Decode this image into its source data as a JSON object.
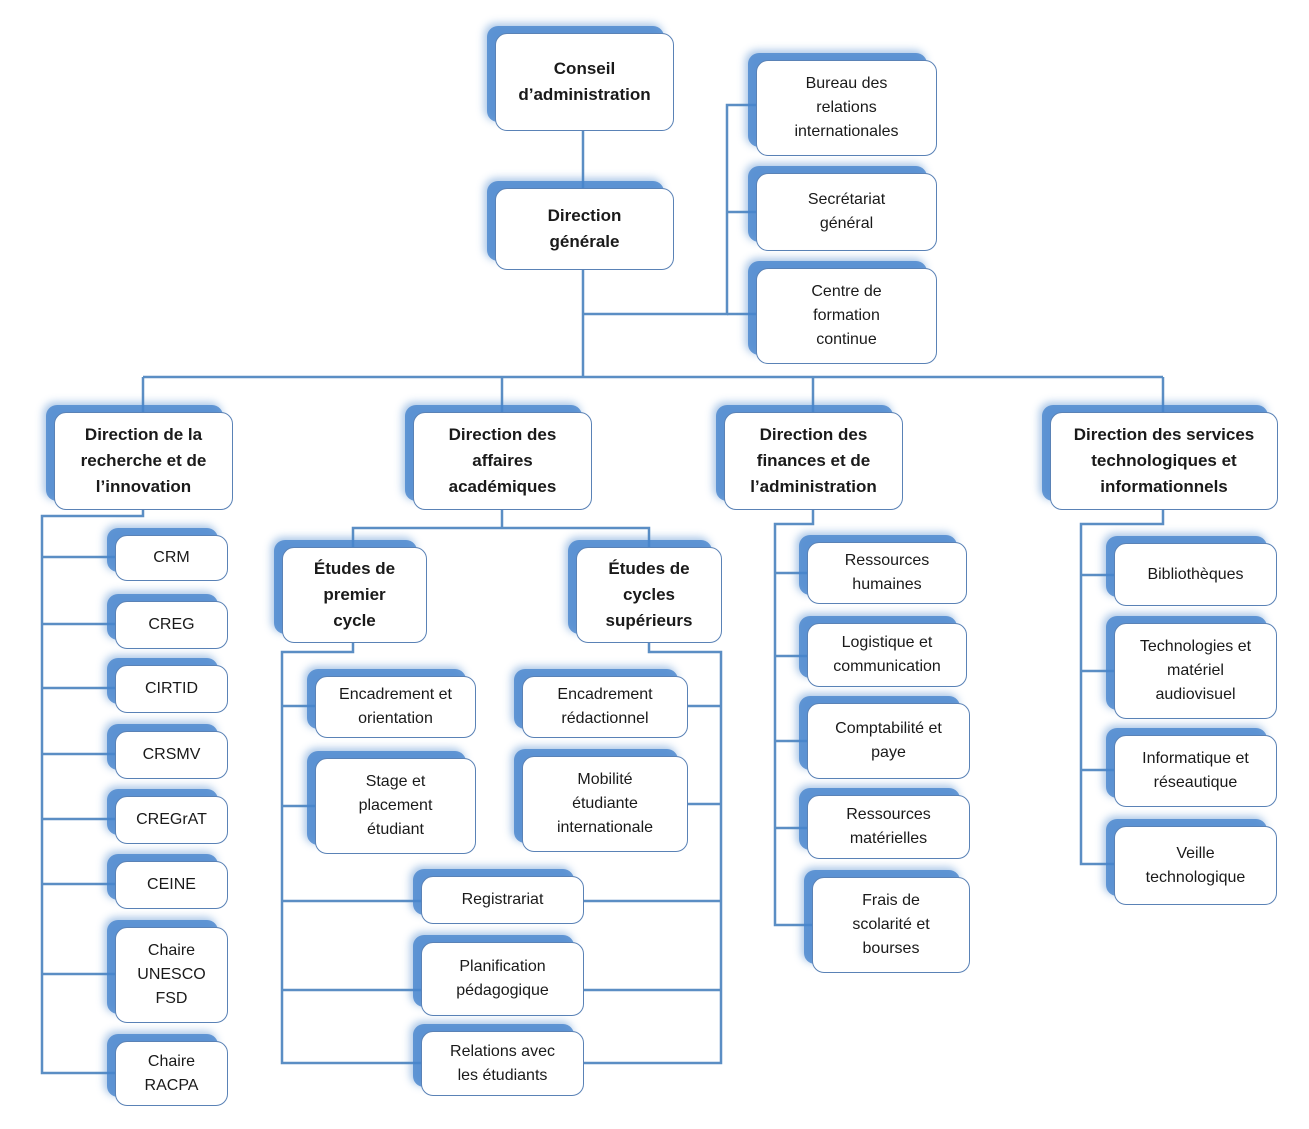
{
  "nodes": {
    "conseil": "Conseil\nd’administration",
    "direction_generale": "Direction\ngénérale",
    "bureau_relations": "Bureau des\nrelations\ninternationales",
    "secretariat": "Secrétariat\ngénéral",
    "centre_formation": "Centre de\nformation\ncontinue",
    "dir_recherche": "Direction de la\nrecherche et de\nl’innovation",
    "dir_academiques": "Direction des\naffaires\nacadémiques",
    "dir_finances": "Direction des\nfinances et de\nl’administration",
    "dir_services": "Direction des services\ntechnologiques et\ninformationnels",
    "recherche_units": [
      "CRM",
      "CREG",
      "CIRTID",
      "CRSMV",
      "CREGrAT",
      "CEINE",
      "Chaire\nUNESCO\nFSD",
      "Chaire\nRACPA"
    ],
    "etudes_premier": "Études de\npremier\ncycle",
    "etudes_superieurs": "Études de\ncycles\nsupérieurs",
    "encadrement_orientation": "Encadrement et\norientation",
    "stage_placement": "Stage et\nplacement\nétudiant",
    "encadrement_redactionnel": "Encadrement\nrédactionnel",
    "mobilite": "Mobilité\nétudiante\ninternationale",
    "registrariat": "Registrariat",
    "planification": "Planification\npédagogique",
    "relations_etudiants": "Relations avec\nles étudiants",
    "finances_units": [
      "Ressources\nhumaines",
      "Logistique et\ncommunication",
      "Comptabilité et\npaye",
      "Ressources\nmatérielles",
      "Frais de\nscolarité et\nbourses"
    ],
    "services_units": [
      "Bibliothèques",
      "Technologies et\nmatériel\naudiovisuel",
      "Informatique et\nréseautique",
      "Veille\ntechnologique"
    ]
  },
  "colors": {
    "connector": "#5b8ec4",
    "box_border": "#5a82b6",
    "box_glow": "#4784cd"
  }
}
